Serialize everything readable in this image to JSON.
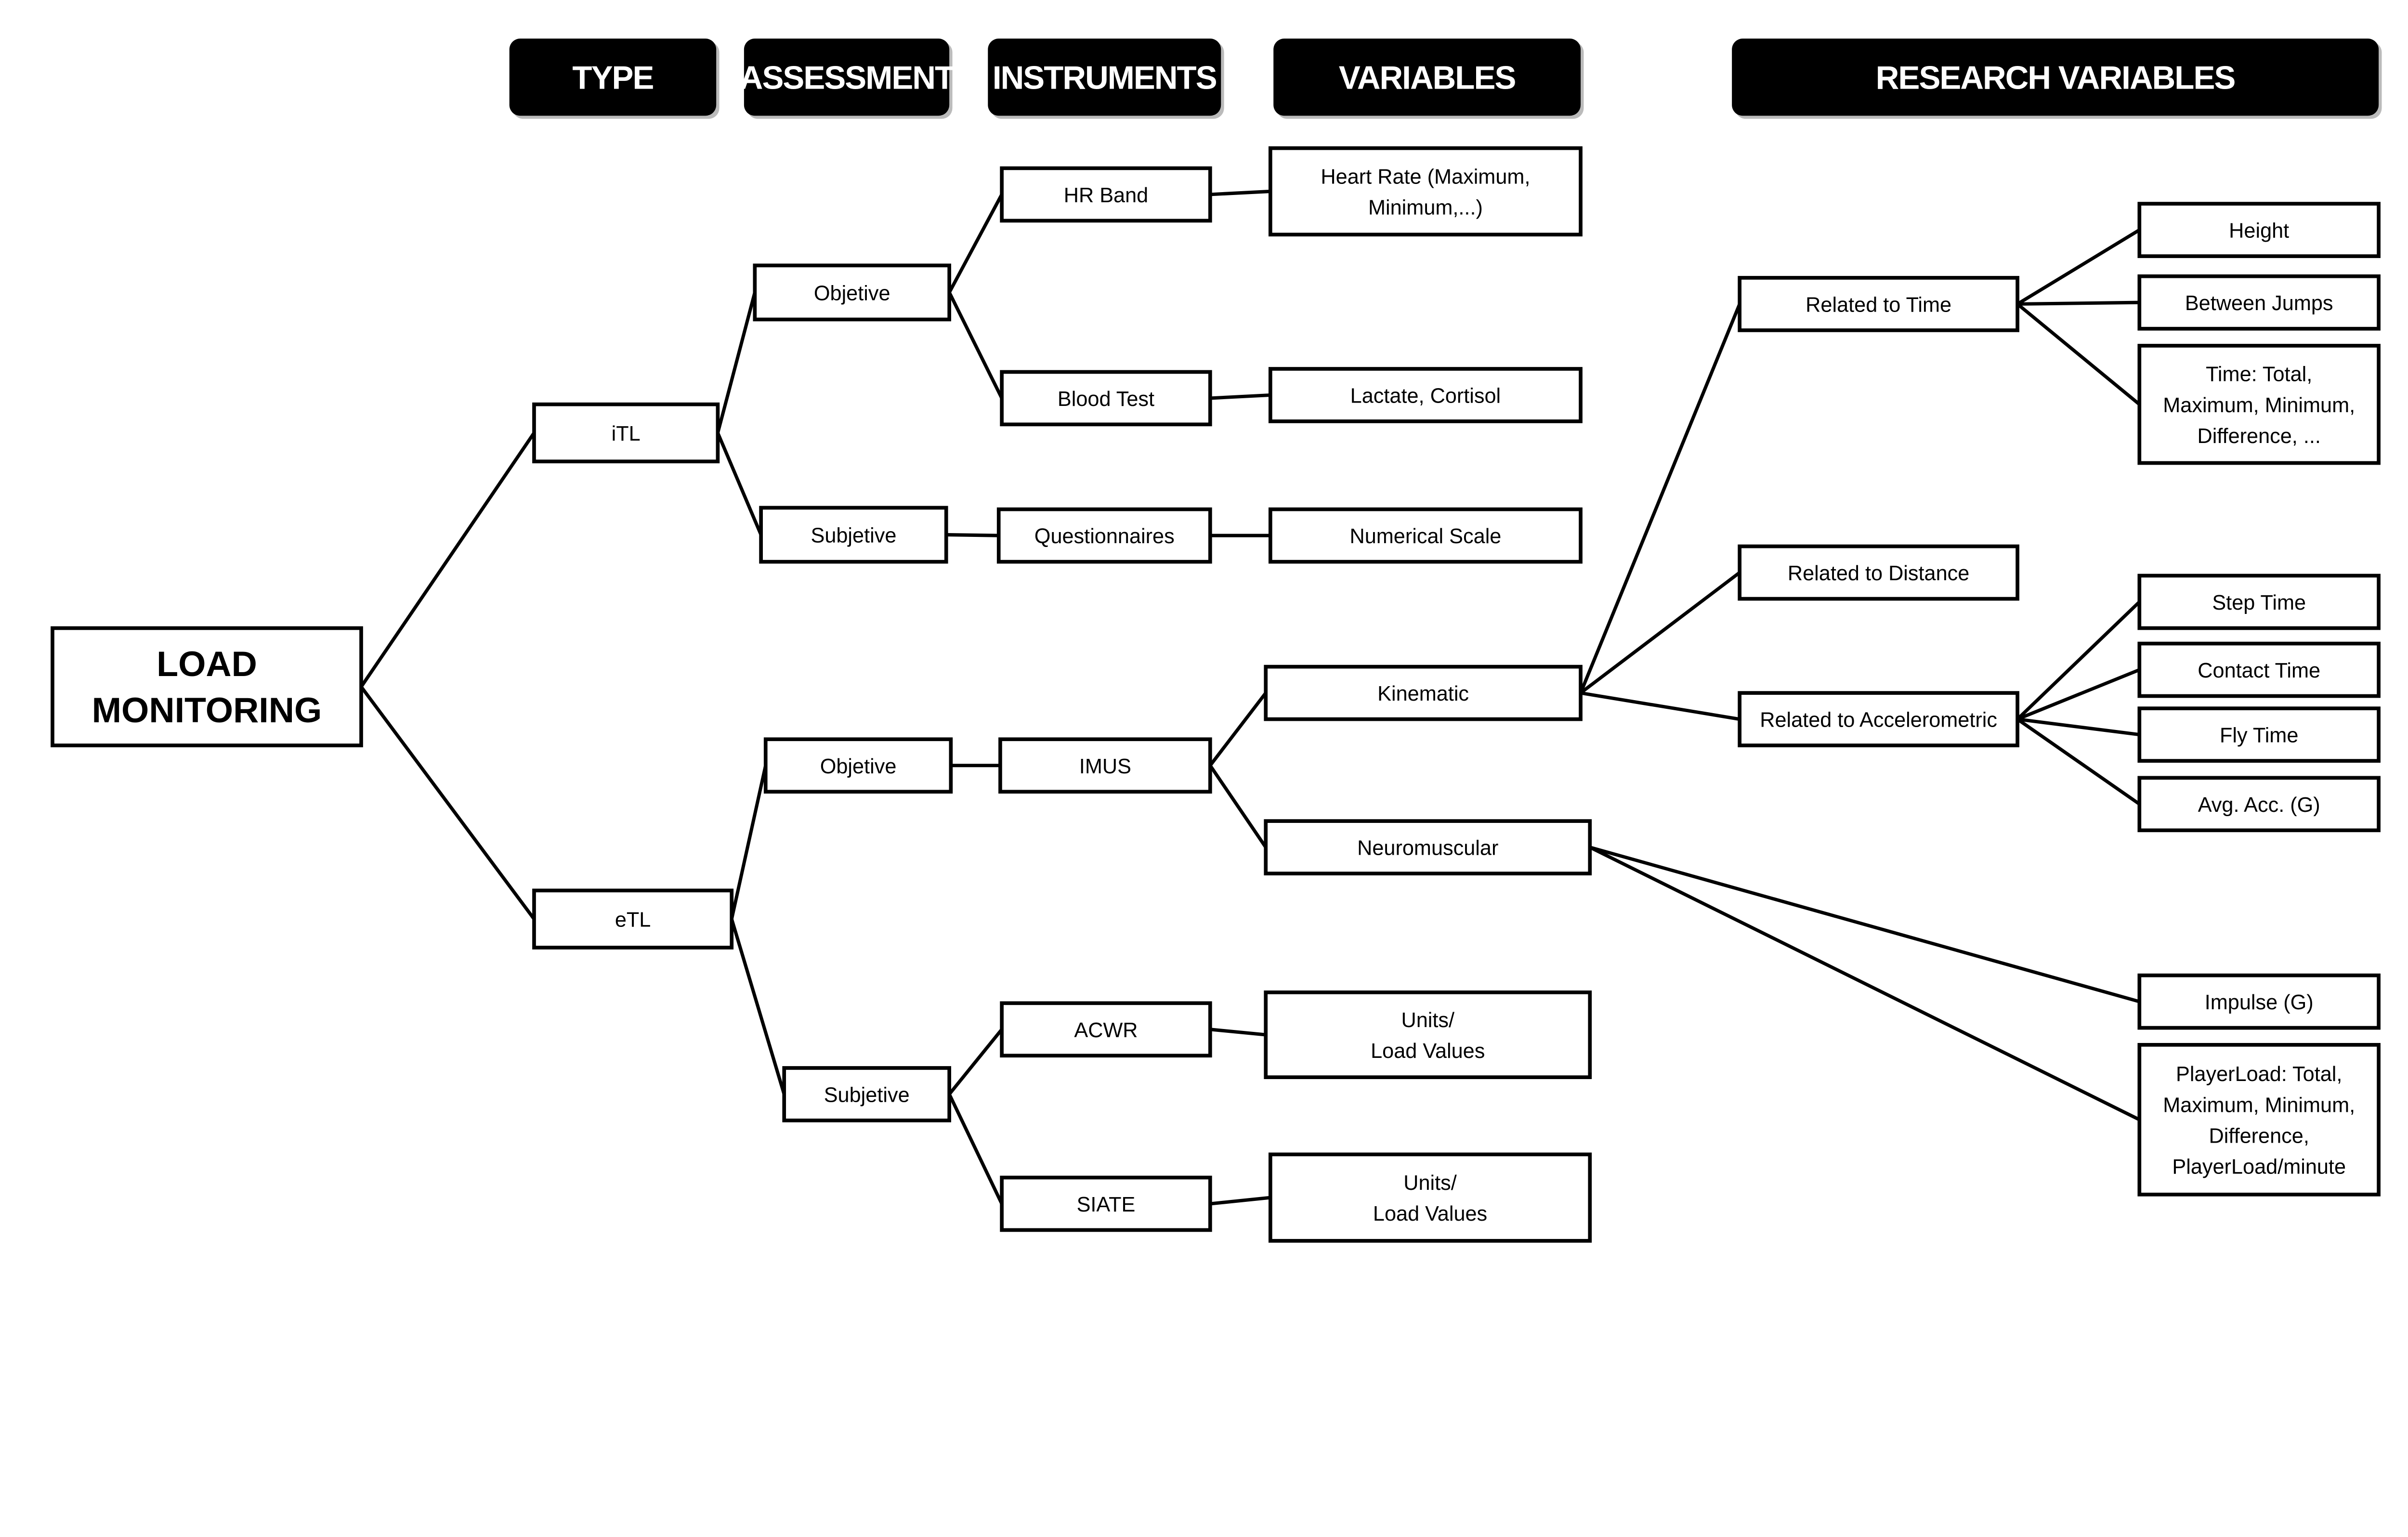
{
  "headers": [
    {
      "id": "type",
      "label": "TYPE"
    },
    {
      "id": "assessment",
      "label": "ASSESSMENT"
    },
    {
      "id": "instruments",
      "label": "INSTRUMENTS"
    },
    {
      "id": "variables",
      "label": "VARIABLES"
    },
    {
      "id": "research",
      "label": "RESEARCH VARIABLES"
    }
  ],
  "nodes": [
    {
      "id": "root",
      "lines": [
        "LOAD",
        "MONITORING"
      ]
    },
    {
      "id": "itl",
      "lines": [
        "iTL"
      ]
    },
    {
      "id": "etl",
      "lines": [
        "eTL"
      ]
    },
    {
      "id": "obj1",
      "lines": [
        "Objetive"
      ]
    },
    {
      "id": "subj1",
      "lines": [
        "Subjetive"
      ]
    },
    {
      "id": "obj2",
      "lines": [
        "Objetive"
      ]
    },
    {
      "id": "subj2",
      "lines": [
        "Subjetive"
      ]
    },
    {
      "id": "hrband",
      "lines": [
        "HR Band"
      ]
    },
    {
      "id": "blood",
      "lines": [
        "Blood Test"
      ]
    },
    {
      "id": "quest",
      "lines": [
        "Questionnaires"
      ]
    },
    {
      "id": "imus",
      "lines": [
        "IMUS"
      ]
    },
    {
      "id": "acwr",
      "lines": [
        "ACWR"
      ]
    },
    {
      "id": "siate",
      "lines": [
        "SIATE"
      ]
    },
    {
      "id": "hr",
      "lines": [
        "Heart Rate (Maximum,",
        "Minimum,...)"
      ]
    },
    {
      "id": "lactate",
      "lines": [
        "Lactate, Cortisol"
      ]
    },
    {
      "id": "numscale",
      "lines": [
        "Numerical Scale"
      ]
    },
    {
      "id": "kinematic",
      "lines": [
        "Kinematic"
      ]
    },
    {
      "id": "neuro",
      "lines": [
        "Neuromuscular"
      ]
    },
    {
      "id": "units1",
      "lines": [
        "Units/",
        "Load Values"
      ]
    },
    {
      "id": "units2",
      "lines": [
        "Units/",
        "Load Values"
      ]
    },
    {
      "id": "reltime",
      "lines": [
        "Related to Time"
      ]
    },
    {
      "id": "reldist",
      "lines": [
        "Related to Distance"
      ]
    },
    {
      "id": "relacc",
      "lines": [
        "Related to Accelerometric"
      ]
    },
    {
      "id": "height",
      "lines": [
        "Height"
      ]
    },
    {
      "id": "between",
      "lines": [
        "Between Jumps"
      ]
    },
    {
      "id": "timetotal",
      "lines": [
        "Time: Total,",
        "Maximum, Minimum,",
        "Difference, ..."
      ]
    },
    {
      "id": "steptime",
      "lines": [
        "Step Time"
      ]
    },
    {
      "id": "contact",
      "lines": [
        "Contact Time"
      ]
    },
    {
      "id": "fly",
      "lines": [
        "Fly Time"
      ]
    },
    {
      "id": "avgacc",
      "lines": [
        "Avg. Acc. (G)"
      ]
    },
    {
      "id": "impulse",
      "lines": [
        "Impulse (G)"
      ]
    },
    {
      "id": "playerload",
      "lines": [
        "PlayerLoad: Total,",
        "Maximum, Minimum,",
        "Difference,",
        "PlayerLoad/minute"
      ]
    }
  ],
  "edges": [
    [
      "root",
      "itl"
    ],
    [
      "root",
      "etl"
    ],
    [
      "itl",
      "obj1"
    ],
    [
      "itl",
      "subj1"
    ],
    [
      "etl",
      "obj2"
    ],
    [
      "etl",
      "subj2"
    ],
    [
      "obj1",
      "hrband"
    ],
    [
      "obj1",
      "blood"
    ],
    [
      "subj1",
      "quest"
    ],
    [
      "obj2",
      "imus"
    ],
    [
      "subj2",
      "acwr"
    ],
    [
      "subj2",
      "siate"
    ],
    [
      "hrband",
      "hr"
    ],
    [
      "blood",
      "lactate"
    ],
    [
      "quest",
      "numscale"
    ],
    [
      "imus",
      "kinematic"
    ],
    [
      "imus",
      "neuro"
    ],
    [
      "acwr",
      "units1"
    ],
    [
      "siate",
      "units2"
    ],
    [
      "kinematic",
      "reltime"
    ],
    [
      "kinematic",
      "reldist"
    ],
    [
      "kinematic",
      "relacc"
    ],
    [
      "neuro",
      "impulse"
    ],
    [
      "neuro",
      "playerload"
    ],
    [
      "reltime",
      "height"
    ],
    [
      "reltime",
      "between"
    ],
    [
      "reltime",
      "timetotal"
    ],
    [
      "relacc",
      "steptime"
    ],
    [
      "relacc",
      "contact"
    ],
    [
      "relacc",
      "fly"
    ],
    [
      "relacc",
      "avgacc"
    ]
  ]
}
